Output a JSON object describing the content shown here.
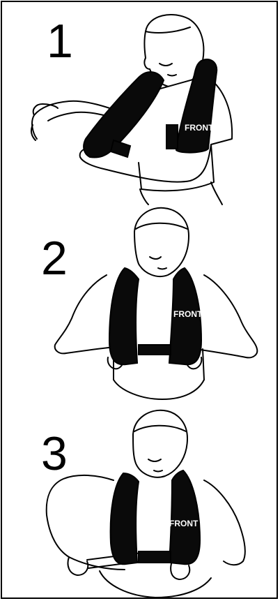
{
  "steps": [
    {
      "number": "1",
      "label": "FRONT"
    },
    {
      "number": "2",
      "label": "FRONT"
    },
    {
      "number": "3",
      "label": "FRONT"
    }
  ],
  "colors": {
    "ink": "#000000",
    "paper": "#ffffff",
    "vest": "#0a0a0a"
  }
}
